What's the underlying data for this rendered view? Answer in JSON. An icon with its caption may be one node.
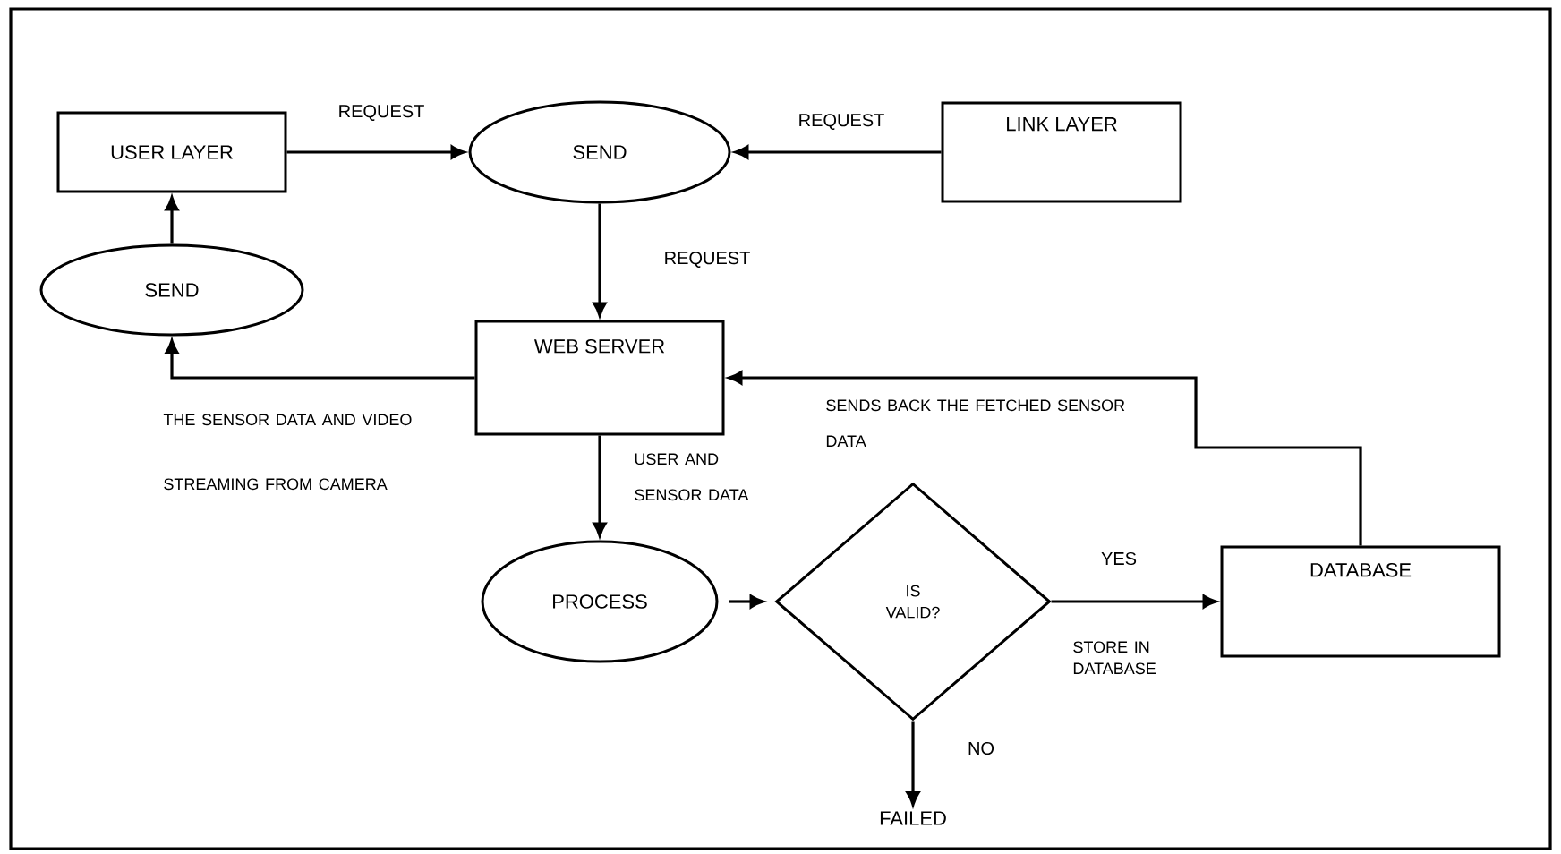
{
  "diagram": {
    "nodes": [
      {
        "text": [
          "USER LAYER"
        ]
      },
      {
        "text": [
          "SEND"
        ]
      },
      {
        "text": [
          "LINK LAYER"
        ]
      },
      {
        "text": [
          "SEND"
        ]
      },
      {
        "text": [
          "WEB SERVER"
        ]
      },
      {
        "text": [
          "PROCESS"
        ]
      },
      {
        "text": [
          "IS VALID?"
        ]
      },
      {
        "text": [
          "DATABASE"
        ]
      },
      {
        "text": [
          "FAILED"
        ]
      }
    ],
    "edges": [
      {
        "from": 0,
        "to": 1,
        "arrow": "to",
        "label": "REQUEST"
      },
      {
        "from": 2,
        "to": 1,
        "arrow": "to",
        "label": "REQUEST"
      },
      {
        "from": 1,
        "to": 4,
        "arrow": "to",
        "label": "REQUEST"
      },
      {
        "from": 4,
        "to": 3,
        "arrow": "to",
        "label": "THE SENSOR DATA AND VIDEO STREAMING FROM CAMERA"
      },
      {
        "from": 3,
        "to": 0,
        "arrow": "to"
      },
      {
        "from": 4,
        "to": 5,
        "arrow": "to",
        "label": "USER AND SENSOR DATA"
      },
      {
        "from": 5,
        "to": 6,
        "arrow": "to"
      },
      {
        "from": 6,
        "to": 7,
        "arrow": "to",
        "label": "YES"
      },
      {
        "from": 7,
        "to": 4,
        "arrow": "to",
        "label": "SENDS BACK THE FETCHED SENSOR DATA"
      },
      {
        "from": 6,
        "to": 8,
        "arrow": "to",
        "label": "NO"
      }
    ],
    "labels": [
      "STORE IN DATABASE"
    ]
  }
}
